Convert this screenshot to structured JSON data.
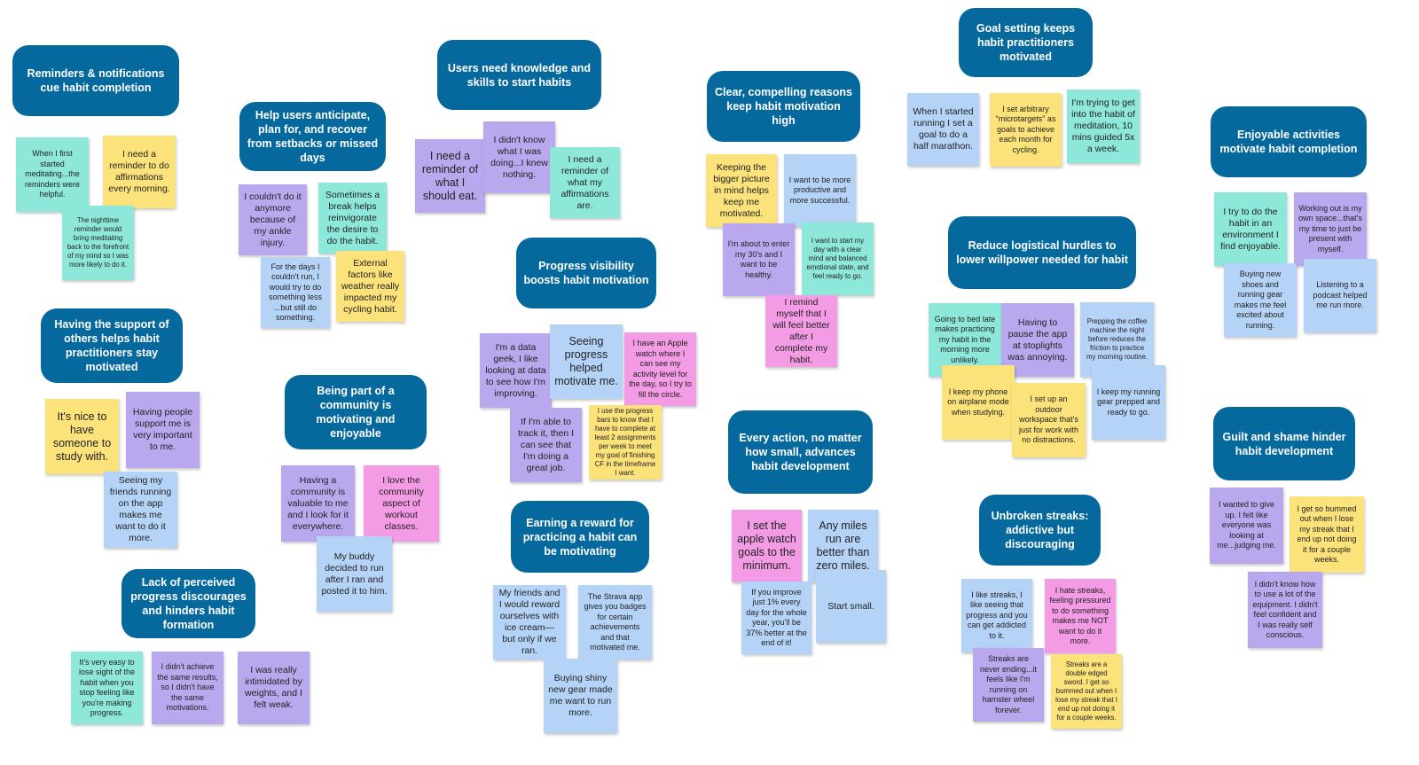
{
  "colors": {
    "header": "#06699e",
    "teal": "#8ee8da",
    "yellow": "#fbe27a",
    "purple": "#b9a8ee",
    "blue": "#b5d3f7",
    "pink": "#f39be5"
  },
  "clusters": {
    "reminders": {
      "title": "Reminders & notifications cue habit completion",
      "notes": [
        "When I first started meditating...the reminders were helpful.",
        "I need a reminder to do affirmations every morning.",
        "The nighttime reminder would bring meditating back to the forefront of my mind so I was more likely to do it."
      ]
    },
    "anticipate": {
      "title": "Help users anticipate, plan for, and recover from setbacks or missed days",
      "notes": [
        "I couldn't do it anymore because of my ankle injury.",
        "Sometimes a break helps reinvigorate the desire to do the habit.",
        "For the days I couldn't run, I would try to do something less ...but still do something.",
        "External factors like weather really impacted my cycling habit."
      ]
    },
    "knowledge": {
      "title": "Users need knowledge and skills to start habits",
      "notes": [
        "I need a reminder of what I should eat.",
        "I didn't know what I was doing...I knew nothing.",
        "I need a reminder of what my affirmations are."
      ]
    },
    "support": {
      "title": "Having the support of others helps habit practitioners stay motivated",
      "notes": [
        "It's nice to have someone to study with.",
        "Having people support me is very important to me.",
        "Seeing my friends running on the app makes me want to do it more."
      ]
    },
    "community": {
      "title": "Being part of a community is motivating and enjoyable",
      "notes": [
        "Having a community is valuable to me and I look for it everywhere.",
        "I love the community aspect of workout classes.",
        "My buddy decided to run after I ran and posted it to him."
      ]
    },
    "progress": {
      "title": "Progress visibility boosts habit motivation",
      "notes": [
        "I'm a data geek, I like looking at data to see how I'm improving.",
        "Seeing progress helped motivate me.",
        "I have an Apple watch where I can see my activity level for the day, so I try to fill the circle.",
        "If I'm able to track it, then I can see that I'm doing a great job.",
        "I use the progress bars to know that I have to complete at least 2 assignments per week to meet my goal of finishing CF in the timeframe I want."
      ]
    },
    "reward": {
      "title": "Earning a reward for practicing a habit can be motivating",
      "notes": [
        "My friends and I would reward ourselves with ice cream— but only if we ran.",
        "The Strava app gives you badges for certain achievements and that motivated me.",
        "Buying shiny new gear made me want to run more."
      ]
    },
    "lack": {
      "title": "Lack of perceived progress discourages and hinders habit formation",
      "notes": [
        "It's very easy to lose sight of the habit when you stop feeling like you're making progress.",
        "I didn't achieve the same results, so I didn't have the same motivations.",
        "I was really intimidated by weights, and I felt weak."
      ]
    },
    "reasons": {
      "title": "Clear, compelling reasons keep habit motivation high",
      "notes": [
        "Keeping the bigger picture in mind helps keep me motivated.",
        "I want to be more productive and more successful.",
        "I'm about to enter my 30's and I want to be healthy.",
        "I want to start my day with a clear mind and balanced emotional state, and feel ready to go.",
        "I remind myself that I will feel better after I complete my habit."
      ]
    },
    "action": {
      "title": "Every action, no matter how small, advances habit development",
      "notes": [
        "I set the apple watch goals to the minimum.",
        "Any miles run are better than zero miles.",
        "If you improve just 1% every day for the whole year, you'll be 37% better at the end of it!",
        "Start small."
      ]
    },
    "goal": {
      "title": "Goal setting keeps habit practitioners motivated",
      "notes": [
        "When I started running I set a goal to do a half marathon.",
        "I set arbitrary \"microtargets\" as goals to achieve each month for cycling.",
        "I'm trying to get into the habit of meditation, 10 mins guided 5x a week."
      ]
    },
    "logistical": {
      "title": "Reduce logistical hurdles to lower willpower needed for habit",
      "notes": [
        "Going to bed late makes practicing my habit in the morning more unlikely.",
        "Having to pause the app at stoplights was annoying.",
        "Prepping the coffee machine the night before reduces the friction to practice my morning routine.",
        "I keep my phone on airplane mode when studying.",
        "I set up an outdoor workspace that's just for work with no distractions.",
        "I keep my running gear prepped and ready to go."
      ]
    },
    "streaks": {
      "title": "Unbroken streaks: addictive but discouraging",
      "notes": [
        "I like streaks, I like seeing that progress and you can get addicted to it.",
        "I hate streaks, feeling pressured to do something makes me NOT want to do it more.",
        "Streaks are never ending...it feels like I'm running on hamster wheel forever.",
        "Streaks are a double edged sword. I get so bummed out when I lose my streak that I end up not doing it for a couple weeks."
      ]
    },
    "enjoyable": {
      "title": "Enjoyable activities motivate habit completion",
      "notes": [
        "I try to do the habit in an environment I find enjoyable.",
        "Working out is my own space...that's my time to just be present with myself.",
        "Buying new shoes and running gear makes me feel excited about running.",
        "Listening to a podcast helped me run more."
      ]
    },
    "guilt": {
      "title": "Guilt and shame hinder habit development",
      "notes": [
        "I wanted to give up. I felt like everyone was looking at me...judging me.",
        "I get so bummed out when I lose my streak that I end up not doing it for a couple weeks.",
        "I didn't know how to use a lot of the equipment. I didn't feel confident and I was really self conscious."
      ]
    }
  }
}
